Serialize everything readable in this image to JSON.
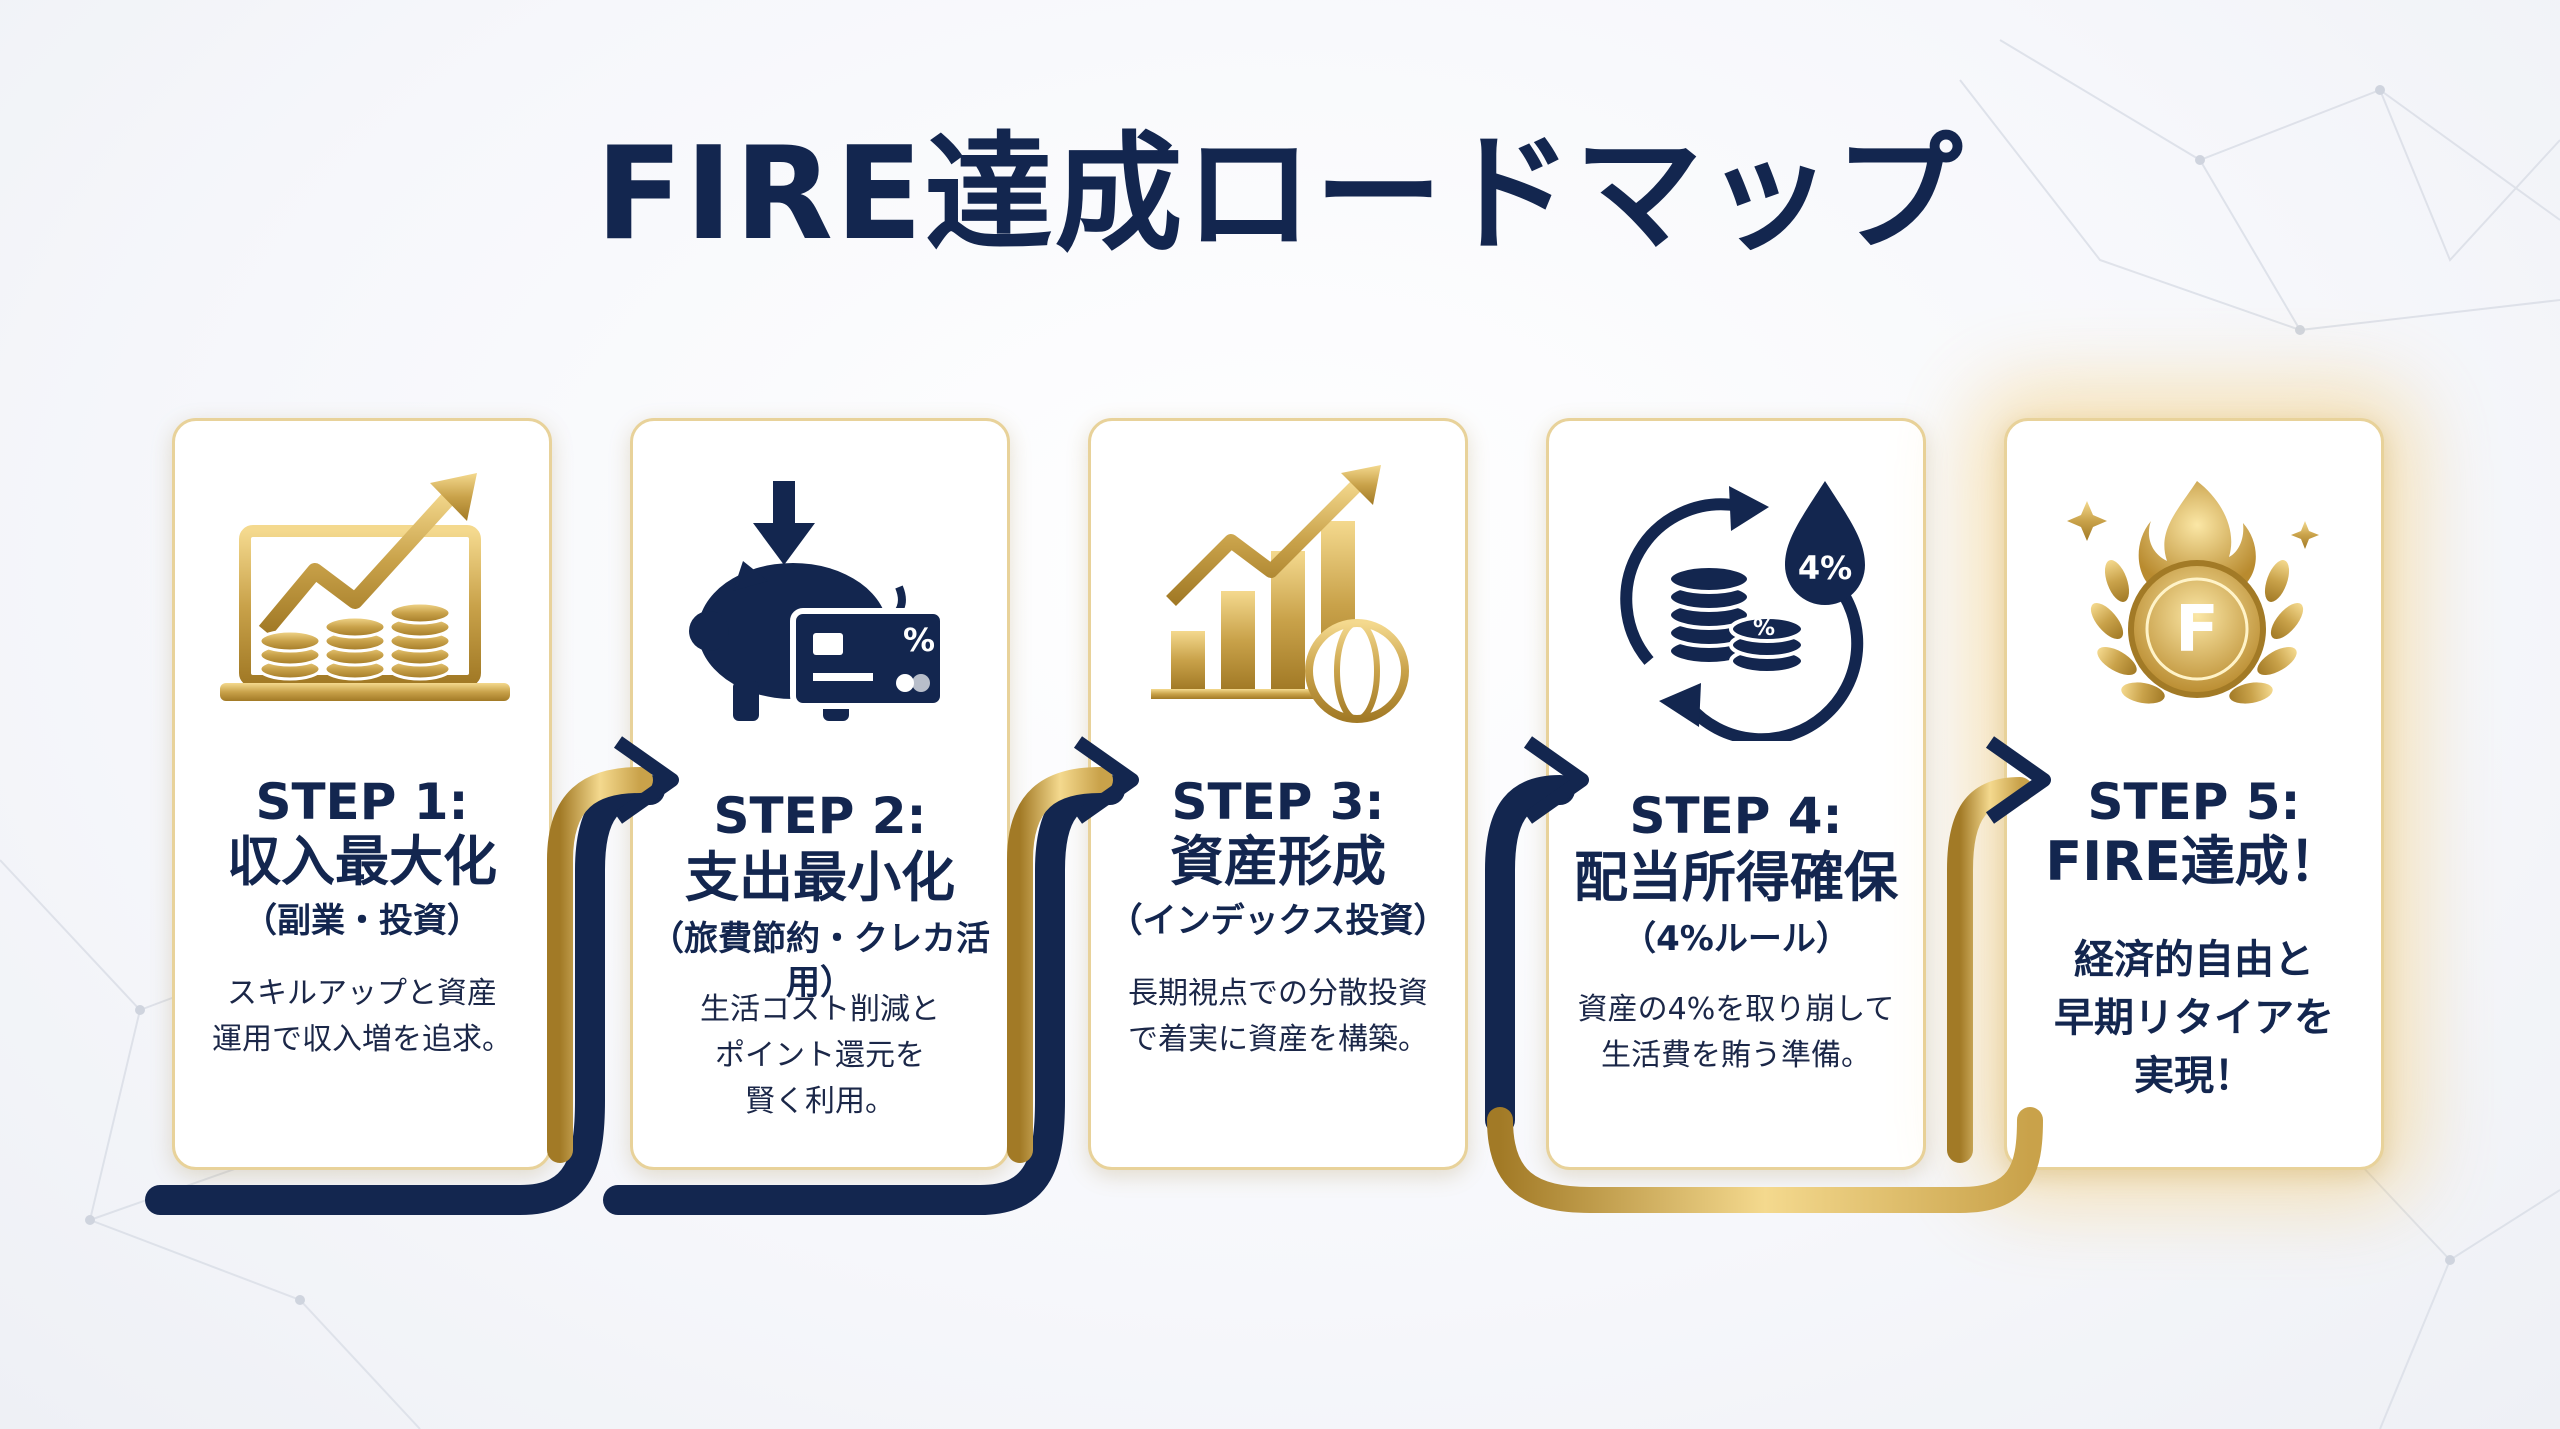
{
  "title": "FIRE達成ロードマップ",
  "steps": [
    {
      "step": "STEP 1:",
      "name": "収入最大化",
      "sub": "（副業・投資）",
      "desc": [
        "スキルアップと資産",
        "運用で収入増を追求。"
      ]
    },
    {
      "step": "STEP 2:",
      "name": "支出最小化",
      "sub": "（旅費節約・クレカ活用）",
      "desc": [
        "生活コスト削減と",
        "ポイント還元を",
        "賢く利用。"
      ],
      "icon_text": "%"
    },
    {
      "step": "STEP 3:",
      "name": "資産形成",
      "sub": "（インデックス投資）",
      "desc": [
        "長期視点での分散投資",
        "で着実に資産を構築。"
      ]
    },
    {
      "step": "STEP 4:",
      "name": "配当所得確保",
      "sub": "（4%ルール）",
      "desc": [
        "資産の4%を取り崩して",
        "生活費を賄う準備。"
      ],
      "icon_text": "4%",
      "icon_text2": "%"
    },
    {
      "step": "STEP 5:",
      "name": "FIRE達成！",
      "desc": [
        "経済的自由と",
        "早期リタイアを",
        "実現！"
      ],
      "icon_text": "F"
    }
  ],
  "colors": {
    "navy": "#13264f",
    "gold": "#c9a24a",
    "gold_light": "#f1d68a"
  },
  "icons": [
    "laptop-growth-icon",
    "piggy-bank-card-icon",
    "bar-chart-globe-icon",
    "coins-cycle-drop-icon",
    "fire-coin-laurel-icon"
  ]
}
